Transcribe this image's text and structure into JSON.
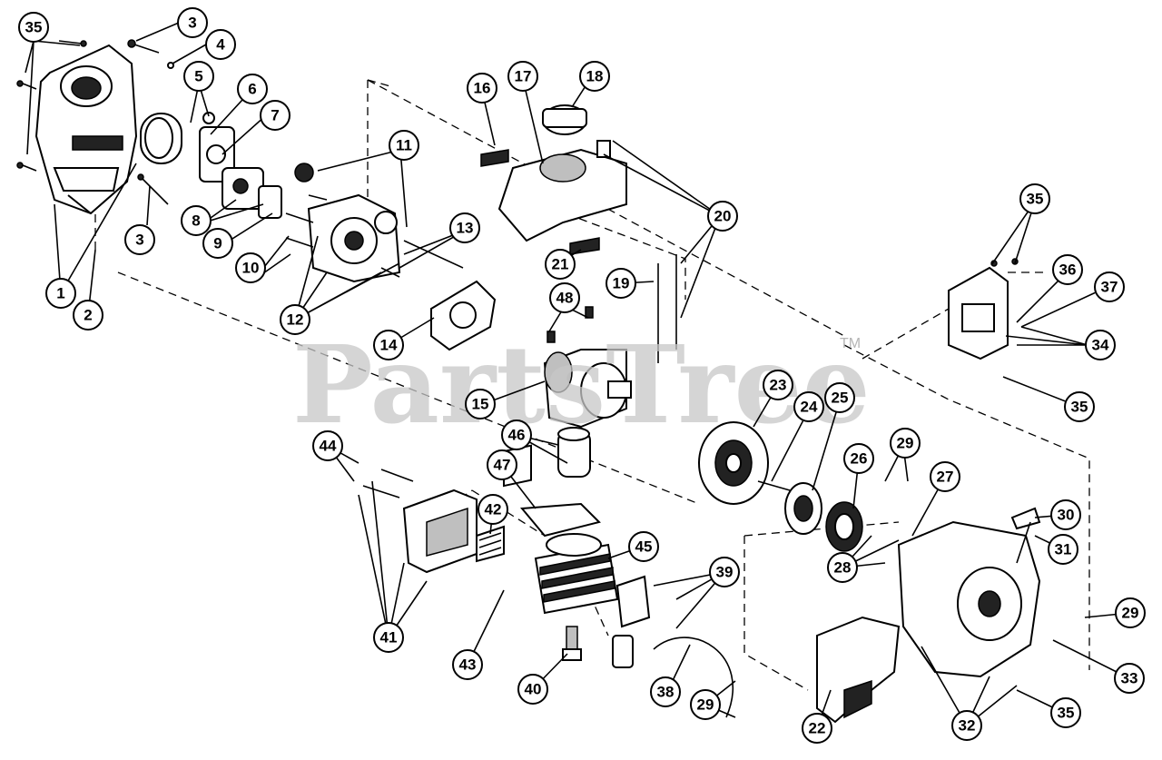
{
  "watermark": {
    "text": "PartsTree",
    "trademark": "TM"
  },
  "callouts": [
    {
      "label": "35"
    },
    {
      "label": "3"
    },
    {
      "label": "4"
    },
    {
      "label": "5"
    },
    {
      "label": "6"
    },
    {
      "label": "7"
    },
    {
      "label": "16"
    },
    {
      "label": "17"
    },
    {
      "label": "18"
    },
    {
      "label": "11"
    },
    {
      "label": "13"
    },
    {
      "label": "20"
    },
    {
      "label": "3"
    },
    {
      "label": "8"
    },
    {
      "label": "9"
    },
    {
      "label": "10"
    },
    {
      "label": "1"
    },
    {
      "label": "2"
    },
    {
      "label": "12"
    },
    {
      "label": "21"
    },
    {
      "label": "19"
    },
    {
      "label": "48"
    },
    {
      "label": "14"
    },
    {
      "label": "35"
    },
    {
      "label": "36"
    },
    {
      "label": "37"
    },
    {
      "label": "34"
    },
    {
      "label": "35"
    },
    {
      "label": "15"
    },
    {
      "label": "23"
    },
    {
      "label": "24"
    },
    {
      "label": "25"
    },
    {
      "label": "46"
    },
    {
      "label": "29"
    },
    {
      "label": "26"
    },
    {
      "label": "27"
    },
    {
      "label": "44"
    },
    {
      "label": "47"
    },
    {
      "label": "42"
    },
    {
      "label": "30"
    },
    {
      "label": "31"
    },
    {
      "label": "45"
    },
    {
      "label": "28"
    },
    {
      "label": "39"
    },
    {
      "label": "29"
    },
    {
      "label": "41"
    },
    {
      "label": "43"
    },
    {
      "label": "40"
    },
    {
      "label": "38"
    },
    {
      "label": "29"
    },
    {
      "label": "22"
    },
    {
      "label": "32"
    },
    {
      "label": "35"
    },
    {
      "label": "33"
    }
  ]
}
